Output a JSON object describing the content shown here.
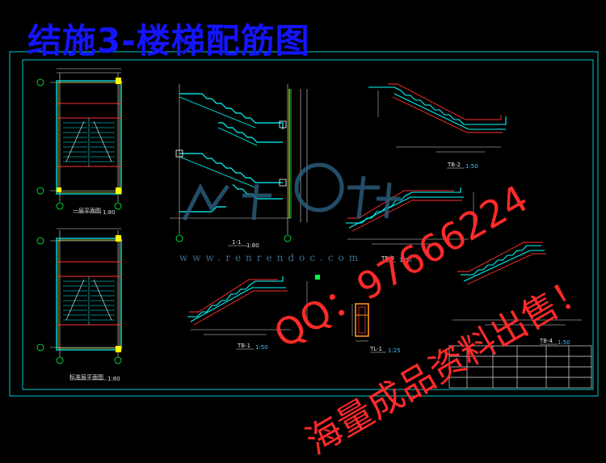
{
  "title": "结施3-楼梯配筋图",
  "watermark": {
    "url": "www.renrendoc.com",
    "qq": "QQ：97666224",
    "sale": "海量成品资料出售！"
  },
  "views": {
    "plan1": {
      "label": "一层平面图",
      "scale": "1:80"
    },
    "plan2": {
      "label": "标准层平面图",
      "scale": "1:80"
    },
    "section": {
      "label": "1-1",
      "scale": "1:80"
    },
    "tb1": {
      "label": "TB-1",
      "scale": "1:50"
    },
    "tl1": {
      "label": "TL-1",
      "scale": "1:25"
    },
    "tb2": {
      "label": "TB-2",
      "scale": "1:50"
    },
    "tb3": {
      "label": "TB-3",
      "scale": "1:50"
    },
    "tb4": {
      "label": "TB-4",
      "scale": "1:50"
    }
  },
  "colors": {
    "background": "#000000",
    "frame": "#00c8c8",
    "title": "#1414ff",
    "stair": "#00ffff",
    "rebar": "#ff3030",
    "dimension": "#ffffff",
    "watermark": "#ff2a2a"
  }
}
